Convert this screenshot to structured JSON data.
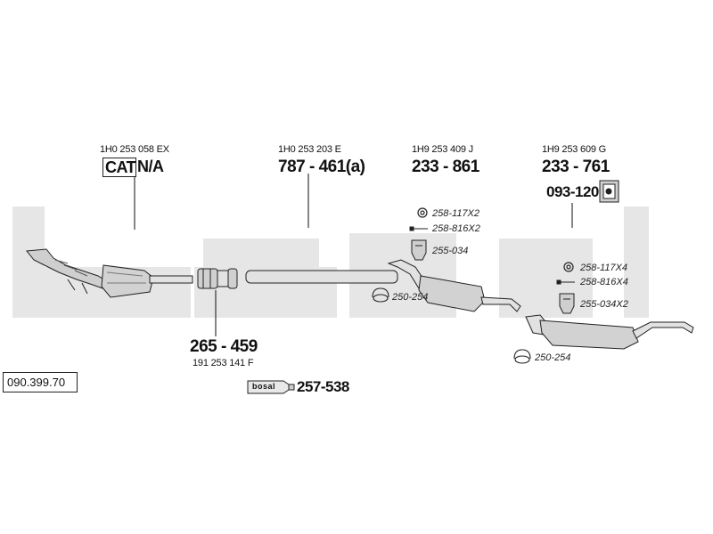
{
  "page": {
    "background": "#ffffff",
    "watermark_color": "#e6e6e6",
    "line_color": "#222222",
    "part_fill": "#d2d2d2"
  },
  "catalog_number": "090.399.70",
  "sections": {
    "catalyst": {
      "oem": "1H0 253 058 EX",
      "cat_label": "CAT",
      "part": "N/A"
    },
    "front_pipe": {
      "oem": "1H0 253 203 E",
      "part": "787 - 461(a)"
    },
    "middle_silencer": {
      "oem": "1H9 253 409 J",
      "part": "233 - 861",
      "accessories": [
        "258-117X2",
        "258-816X2",
        "255-034",
        "250-254"
      ]
    },
    "rear_silencer": {
      "oem": "1H9 253 609 G",
      "part": "233 - 761",
      "mount_part": "093-120",
      "accessories": [
        "258-117X4",
        "258-816X4",
        "255-034X2",
        "250-254"
      ]
    },
    "connector": {
      "part": "265 - 459",
      "oem": "191 253 141 F"
    },
    "assembly_paste": {
      "logo": "bosal",
      "part": "257-538"
    }
  },
  "icons": [
    "washer-ring-icon",
    "bolt-icon",
    "rubber-hanger-icon",
    "clamp-icon",
    "rubber-mount-icon",
    "paste-tube-icon",
    "bosal-watermark"
  ]
}
